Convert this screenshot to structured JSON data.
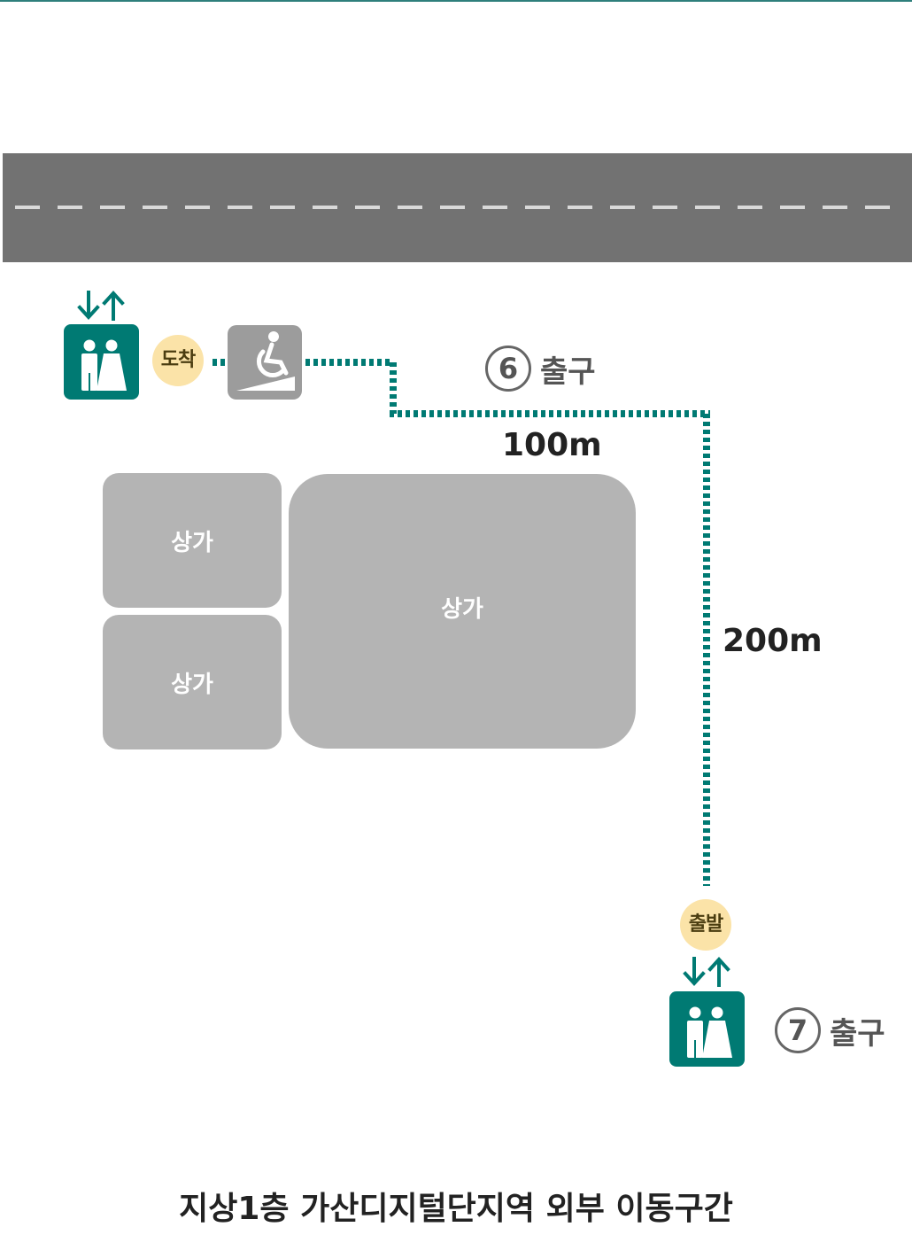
{
  "map": {
    "arrival_label": "도착",
    "departure_label": "출발",
    "exit_top": {
      "number": "6",
      "text": "출구"
    },
    "exit_bottom": {
      "number": "7",
      "text": "출구"
    },
    "distance_horizontal": "100m",
    "distance_vertical": "200m",
    "stores": [
      "상가",
      "상가",
      "상가"
    ],
    "caption": "지상1층 가산디지털단지역 외부 이동구간",
    "icons": {
      "elevator": "elevator-icon",
      "ramp": "wheelchair-ramp-icon",
      "arrows": "up-down-arrows-icon"
    },
    "colors": {
      "route": "#007a73",
      "elevator_bg": "#007a73",
      "road": "#727272",
      "store": "#b4b4b4",
      "bubble": "#fbe3a8"
    }
  }
}
